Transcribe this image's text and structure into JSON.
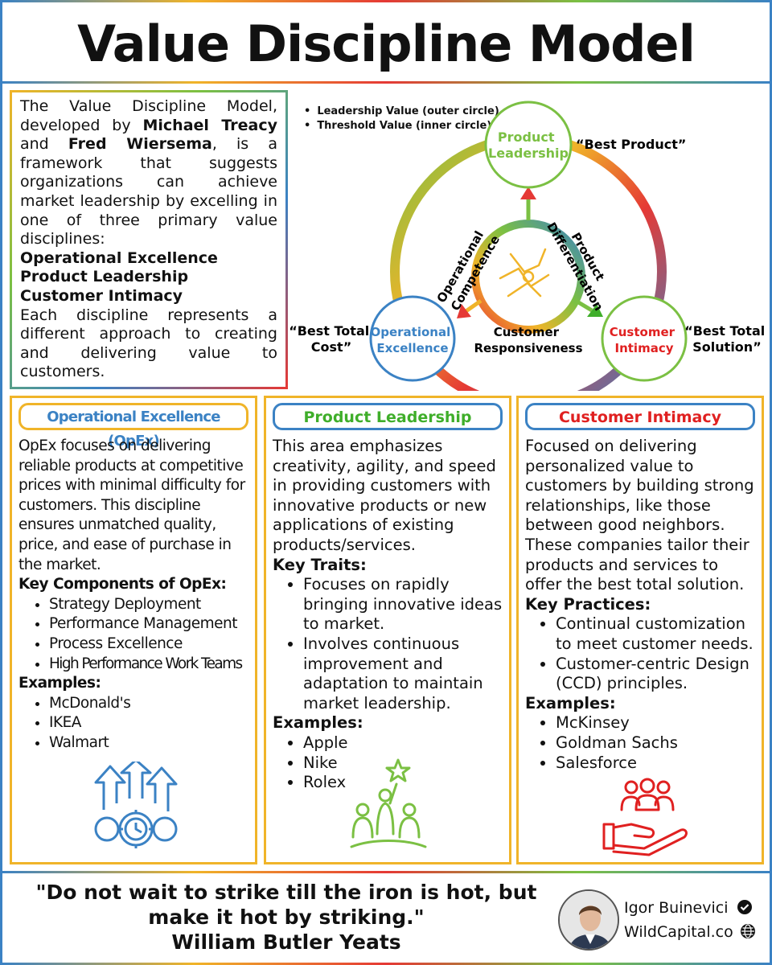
{
  "title": "Value Discipline Model",
  "intro": {
    "p1": "The Value Discipline Model, developed by",
    "name1": "Michael Treacy",
    "and": "and",
    "name2": "Fred Wiersema",
    "p1b": ", is a framework that suggests organizations can achieve market leadership by excelling in one of three primary value disciplines:",
    "disciplines": [
      "Operational Excellence",
      "Product Leadership",
      "Customer Intimacy"
    ],
    "p2": "Each discipline represents a different approach to creating and delivering value to customers."
  },
  "legend": [
    "Leadership Value (outer circle)",
    "Threshold Value (inner circle)"
  ],
  "diagram": {
    "top_node": [
      "Product",
      "Leadership"
    ],
    "left_node": [
      "Operational",
      "Excellence"
    ],
    "right_node": [
      "Customer",
      "Intimacy"
    ],
    "top_quote": "“Best Product”",
    "left_quote": [
      "“Best Total",
      "Cost”"
    ],
    "right_quote": [
      "“Best Total",
      "Solution”"
    ],
    "arc_left": [
      "Operational",
      "Competence"
    ],
    "arc_right": [
      "Product",
      "Differentiation"
    ],
    "arc_bottom": [
      "Customer",
      "Responsiveness"
    ],
    "colors": {
      "blue": "#3b82c4",
      "green": "#7bc043",
      "red": "#e02020",
      "orange": "#f0b429"
    }
  },
  "opex": {
    "heading": "Operational Excellence (OpEx)",
    "desc": "OpEx focuses on delivering reliable products at competitive prices with minimal difficulty for customers. This discipline ensures unmatched quality, price, and ease of purchase in the market.",
    "components_heading": "Key Components of OpEx:",
    "components": [
      "Strategy Deployment",
      "Performance Management",
      "Process Excellence",
      "High Performance Work Teams"
    ],
    "examples_heading": "Examples:",
    "examples": [
      "McDonald's",
      "IKEA",
      "Walmart"
    ],
    "icon": "gears-arrows-clock-icon"
  },
  "pl": {
    "heading": "Product Leadership",
    "desc": "This area emphasizes creativity, agility, and speed in providing customers with innovative products or new applications of existing products/services.",
    "traits_heading": "Key Traits:",
    "traits": [
      "Focuses on rapidly bringing innovative ideas to market.",
      "Involves continuous improvement and adaptation to maintain market leadership."
    ],
    "examples_heading": "Examples:",
    "examples": [
      "Apple",
      "Nike",
      "Rolex"
    ],
    "icon": "team-star-icon"
  },
  "ci": {
    "heading": "Customer Intimacy",
    "desc": "Focused on delivering personalized value to customers by building strong relationships, like those between good neighbors. These companies tailor their products and services to offer the best total solution.",
    "practices_heading": "Key Practices:",
    "practices": [
      "Continual customization to meet customer needs.",
      "Customer-centric Design (CCD) principles."
    ],
    "examples_heading": "Examples:",
    "examples": [
      "McKinsey",
      "Goldman Sachs",
      "Salesforce"
    ],
    "icon": "hand-people-icon"
  },
  "footer": {
    "quote_line1": "\"Do not wait to strike till the iron is hot, but",
    "quote_line2": "make it hot by striking.\"",
    "quote_author": "William Butler Yeats",
    "author_name": "Igor Buinevici",
    "author_site": "WildCapital.co"
  }
}
